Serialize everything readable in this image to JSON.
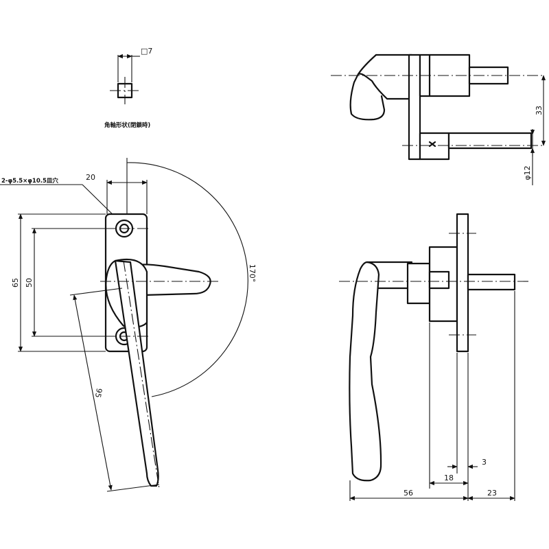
{
  "drawing": {
    "square_shaft": {
      "size_label": "□7",
      "caption": "角軸形状(閉鎖時)"
    },
    "front_view": {
      "hole_note": "2-φ5.5×φ10.5皿穴",
      "dim_width": "20",
      "dim_height_outer": "65",
      "dim_height_inner": "50",
      "dim_handle_length": "95",
      "dim_rotation": "170°"
    },
    "top_view": {
      "dim_offset": "33",
      "dim_diameter": "φ12"
    },
    "side_view": {
      "dim_handle_depth": "56",
      "dim_shaft_length": "23",
      "dim_base": "18",
      "dim_plate": "3"
    }
  }
}
